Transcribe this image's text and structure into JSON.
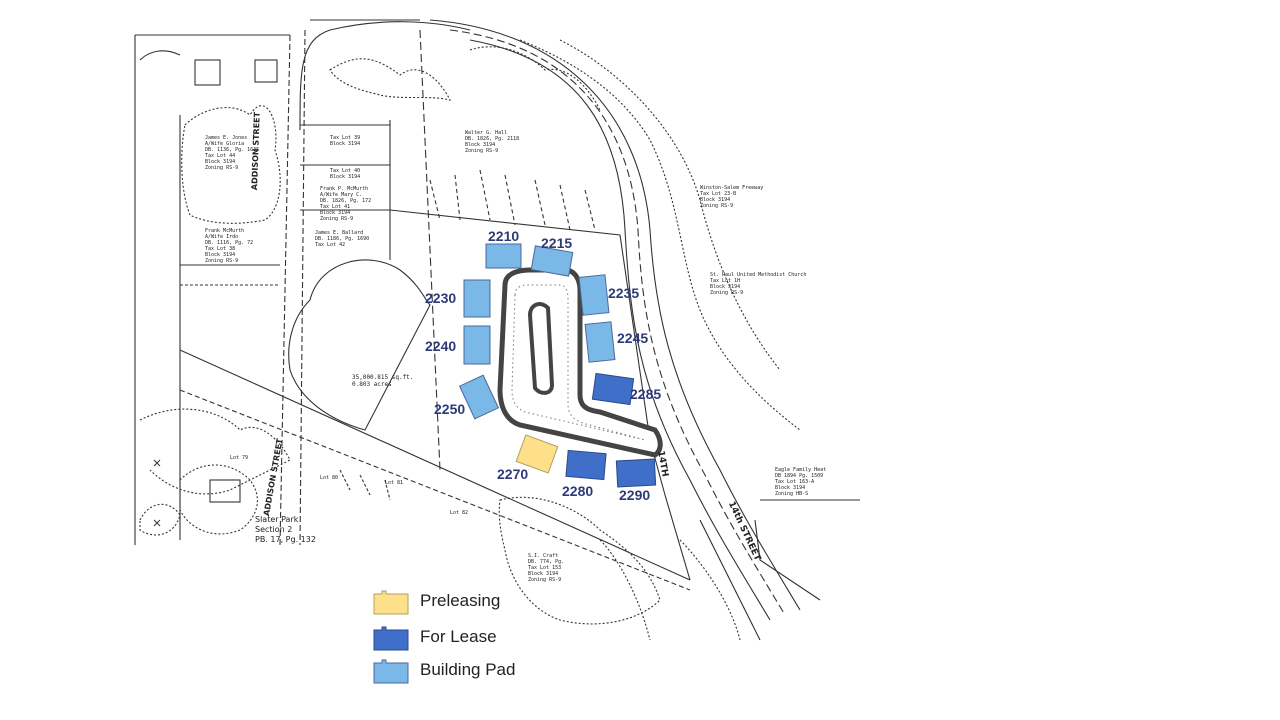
{
  "colors": {
    "preleasing": "#ffe08a",
    "for_lease": "#3f6fc8",
    "building_pad": "#7ab8e8",
    "label": "#2e3a78",
    "lines": "#333333"
  },
  "pads": [
    {
      "id": "2210",
      "status": "building_pad"
    },
    {
      "id": "2215",
      "status": "building_pad"
    },
    {
      "id": "2230",
      "status": "building_pad"
    },
    {
      "id": "2235",
      "status": "building_pad"
    },
    {
      "id": "2240",
      "status": "building_pad"
    },
    {
      "id": "2245",
      "status": "building_pad"
    },
    {
      "id": "2250",
      "status": "building_pad"
    },
    {
      "id": "2285",
      "status": "for_lease"
    },
    {
      "id": "2270",
      "status": "preleasing"
    },
    {
      "id": "2280",
      "status": "for_lease"
    },
    {
      "id": "2290",
      "status": "for_lease"
    }
  ],
  "map_text": {
    "addison_street": "ADDISON STREET",
    "addison_street_lower": "ADDISON STREET",
    "fourteenth_street": "14th STREET",
    "fourteenth_short": "14TH",
    "slater_park": "Slater Park\nSection 2\nPB. 17, Pg. 132",
    "acreage": "35,000.815 sq.ft.\n0.803 acres",
    "lot_79": "Lot 79",
    "lot_80": "Lot 80",
    "lot_81": "Lot 81",
    "lot_82": "Lot 82",
    "parcel_jones": "James E. Jones\nA/Wife Gloria\nDB. 1136, Pg. 1635\nTax Lot 44\nBlock 3194\nZoning RS-9",
    "parcel_taxlot39": "Tax Lot 39\nBlock 3194",
    "parcel_taxlot40": "Tax Lot 40\nBlock 3194",
    "parcel_mcmurth": "Frank P. McMurth\nA/Wife Mary C.\nDB. 1826, Pg. 172\nTax Lot 41\nBlock 3194\nZoning RS-9",
    "parcel_ballard": "James E. Ballard\nDB. 1186, Pg. 1690\nTax Lot 42",
    "parcel_mcmurth2": "Frank McMurth\nA/Wife Irdo\nDB. 1116, Pg. 72\nTax Lot 38\nBlock 3194\nZoning RS-9",
    "parcel_hall": "Walter G. Hall\nDB. 1826, Pg. 2118\nBlock 3194\nZoning RS-9",
    "parcel_freeway": "Winston-Salem Freeway\nTax Lot 23-B\nBlock 3194\nZoning RS-9",
    "parcel_church": "St. Paul United Methodist Church\nTax Lot 1H\nBlock 3194\nZoning RS-9",
    "parcel_eagle": "Eagle Family Heat\nDB 1894 Pg. 1509\nTax Lot 163-A\nBlock 3194\nZoning HB-S",
    "parcel_si": "S.I. Craft\nDB. 774, Pg.\nTax Lot 153\nBlock 3194\nZoning RS-9"
  },
  "legend": [
    {
      "label": "Preleasing",
      "status": "preleasing"
    },
    {
      "label": "For Lease",
      "status": "for_lease"
    },
    {
      "label": "Building Pad",
      "status": "building_pad"
    }
  ]
}
